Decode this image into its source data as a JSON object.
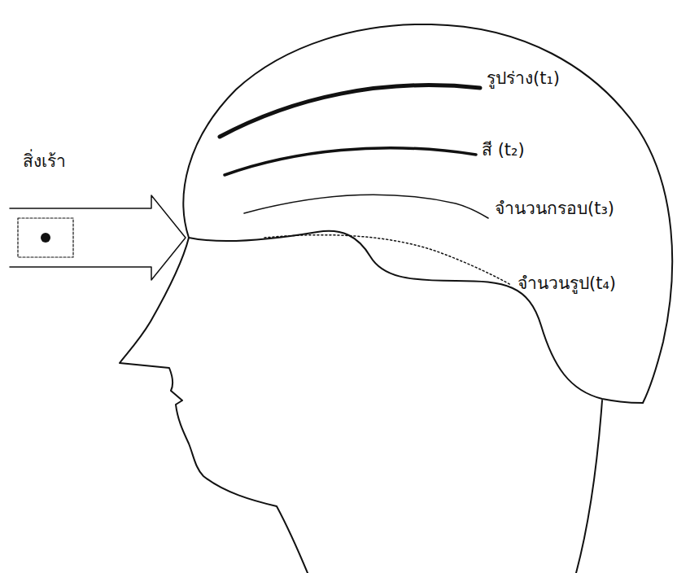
{
  "diagram": {
    "labels": [
      "สิ่งเร้า",
      "รูปร่าง(t₁)",
      "สี (t₂)",
      "จำนวนกรอบ(t₃)",
      "จำนวนรูป(t₄)"
    ]
  }
}
